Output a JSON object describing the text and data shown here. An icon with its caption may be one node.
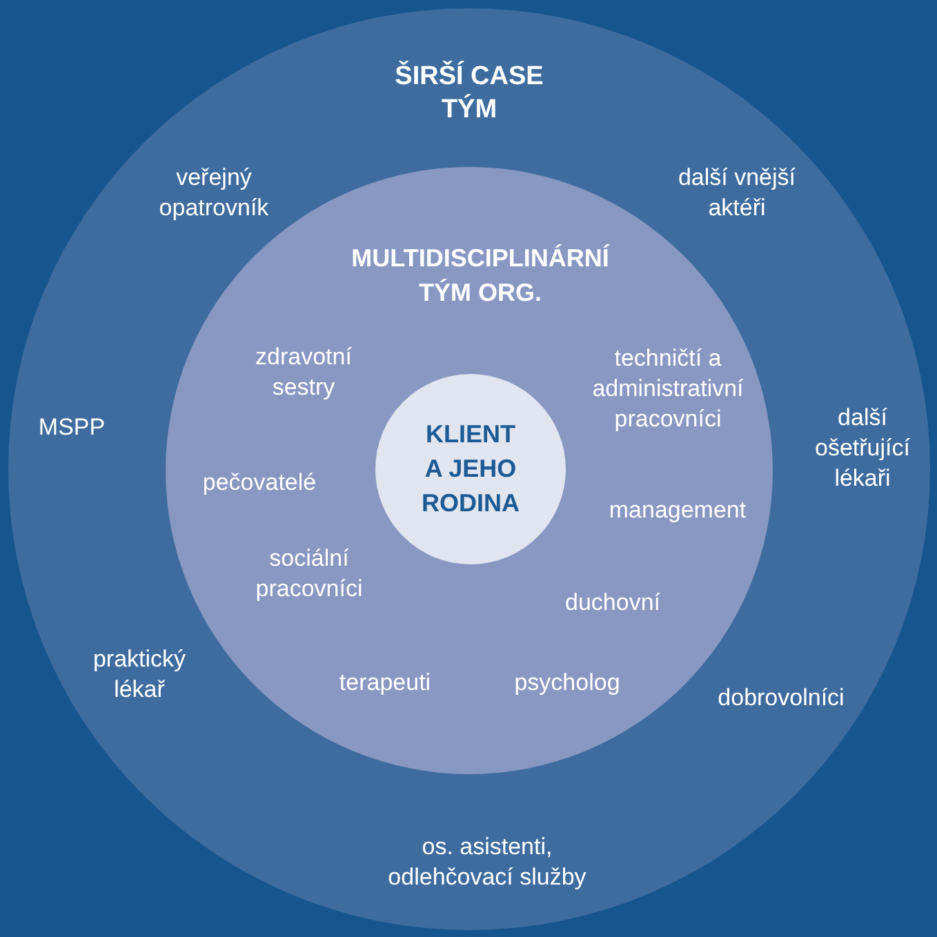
{
  "diagram": {
    "nodes": [
      {
        "text": [
          "ŠIRŠÍ CASE TÝM"
        ]
      },
      {
        "text": [
          "MULTIDISCIPLINÁRNÍ TÝM ORG."
        ],
        "in": 0
      },
      {
        "text": [
          "KLIENT A JEHO RODINA"
        ],
        "in": 1
      }
    ],
    "labels": [
      "veřejný opatrovník",
      "další vnější aktéři",
      "zdravotní sestry",
      "techničtí a administrativní pracovníci",
      "MSPP",
      "další ošetřující lékaři",
      "pečovatelé",
      "management",
      "sociální pracovníci",
      "duchovní",
      "praktický lékař",
      "terapeuti",
      "psycholog",
      "dobrovolníci",
      "os. asistenti, odlehčovací služby"
    ]
  }
}
